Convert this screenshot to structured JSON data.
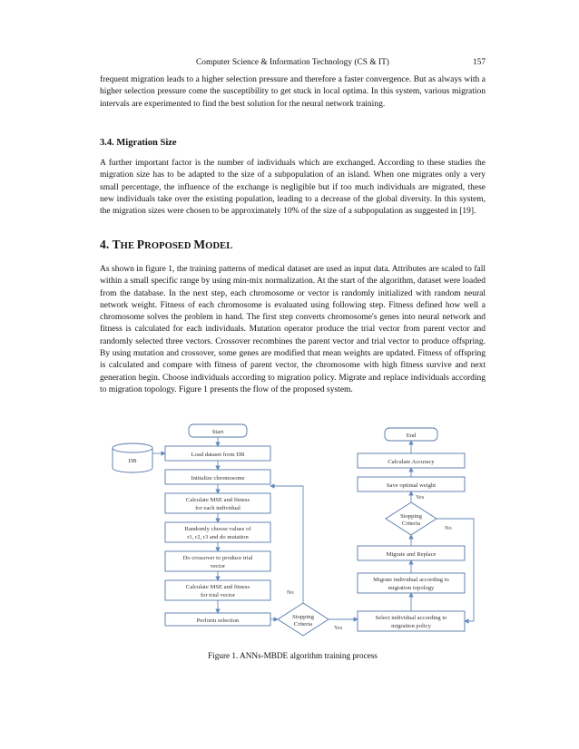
{
  "header": {
    "journal": "Computer Science & Information Technology (CS & IT)",
    "page_number": "157"
  },
  "paragraph_1": "frequent migration leads to a higher selection pressure and therefore a faster convergence. But as always with a higher selection pressure come the susceptibility to get stuck in local optima. In this system, various migration intervals are experimented to find the best solution for the neural network training.",
  "section_3_4": {
    "heading": "3.4. Migration Size",
    "body": "A further important factor is the number of individuals which are exchanged. According to these studies the migration size has to be adapted to the size of a subpopulation of an island. When one migrates only a very small percentage, the influence of the exchange is negligible but if too much individuals are migrated, these new individuals take over the existing population, leading to a decrease of the global diversity. In this system, the migration sizes were chosen to be approximately 10% of the size of a subpopulation as suggested in [19]."
  },
  "section_4": {
    "heading_num": "4. ",
    "heading_t1": "T",
    "heading_s1": "HE ",
    "heading_t2": "P",
    "heading_s2": "ROPOSED ",
    "heading_t3": "M",
    "heading_s3": "ODEL",
    "body": "As shown in figure 1, the training patterns of medical dataset are used as input data. Attributes are scaled to fall within a small specific range by using min-mix normalization. At the start of the algorithm, dataset were loaded from the database. In the next step, each chromosome or vector is randomly initialized with random neural network weight. Fitness of each chromosome is evaluated using following step. Fitness defined how well a chromosome solves the problem in hand. The first step converts chromosome's genes into neural network and fitness is calculated for each individuals. Mutation operator produce the trial vector from parent vector and randomly selected three vectors. Crossover recombines the parent vector and trial vector to produce offspring. By using mutation and crossover, some genes are modified that mean weights are updated. Fitness of offspring is calculated and compare with fitness of parent vector, the chromosome with high fitness survive and next generation begin. Choose individuals according to migration policy. Migrate and replace individuals according to migration topology. Figure 1 presents the flow of the proposed system."
  },
  "figure": {
    "caption": "Figure 1.  ANNs-MBDE algorithm training process",
    "nodes": {
      "start": "Start",
      "db": "DB",
      "load": "Load dataset from DB",
      "init": "Initialize chromosome",
      "mse1_a": "Calculate MSE and fitness",
      "mse1_b": "for each individual",
      "rand_a": "Randomly choose values of",
      "rand_b": "r1, r2, r3 and do mutation",
      "cross_a": "Do crossover to produce trial",
      "cross_b": "vector",
      "mse2_a": "Calculate MSE and fitness",
      "mse2_b": "for trial vector",
      "select": "Perform selection",
      "stop1_a": "Stopping",
      "stop1_b": "Criteria",
      "end": "End",
      "acc": "Calculate Accuracy",
      "save": "Save optimal weight",
      "stop2_a": "Stopping",
      "stop2_b": "Criteria",
      "migrate": "Migrate and Replace",
      "mig_a": "Migrate individual according to",
      "mig_b": "migration topology",
      "sel_a": "Select individual according to",
      "sel_b": "migration policy",
      "no": "No",
      "yes": "Yes"
    }
  }
}
